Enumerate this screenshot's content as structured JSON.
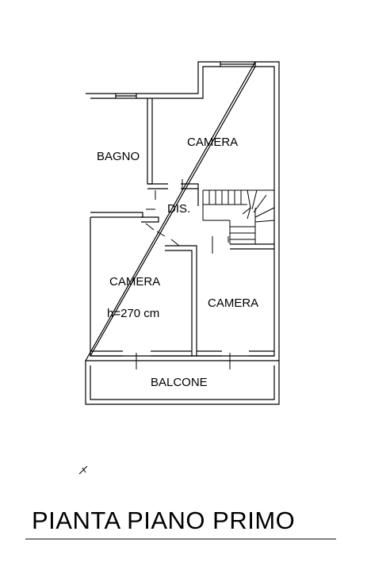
{
  "rooms": {
    "bagno": "BAGNO",
    "camera_top": "CAMERA",
    "dis": "DIS.",
    "camera_left": "CAMERA",
    "camera_left_height": "h=270 cm",
    "camera_right": "CAMERA",
    "balcone": "BALCONE"
  },
  "title": "PIANTA PIANO PRIMO"
}
